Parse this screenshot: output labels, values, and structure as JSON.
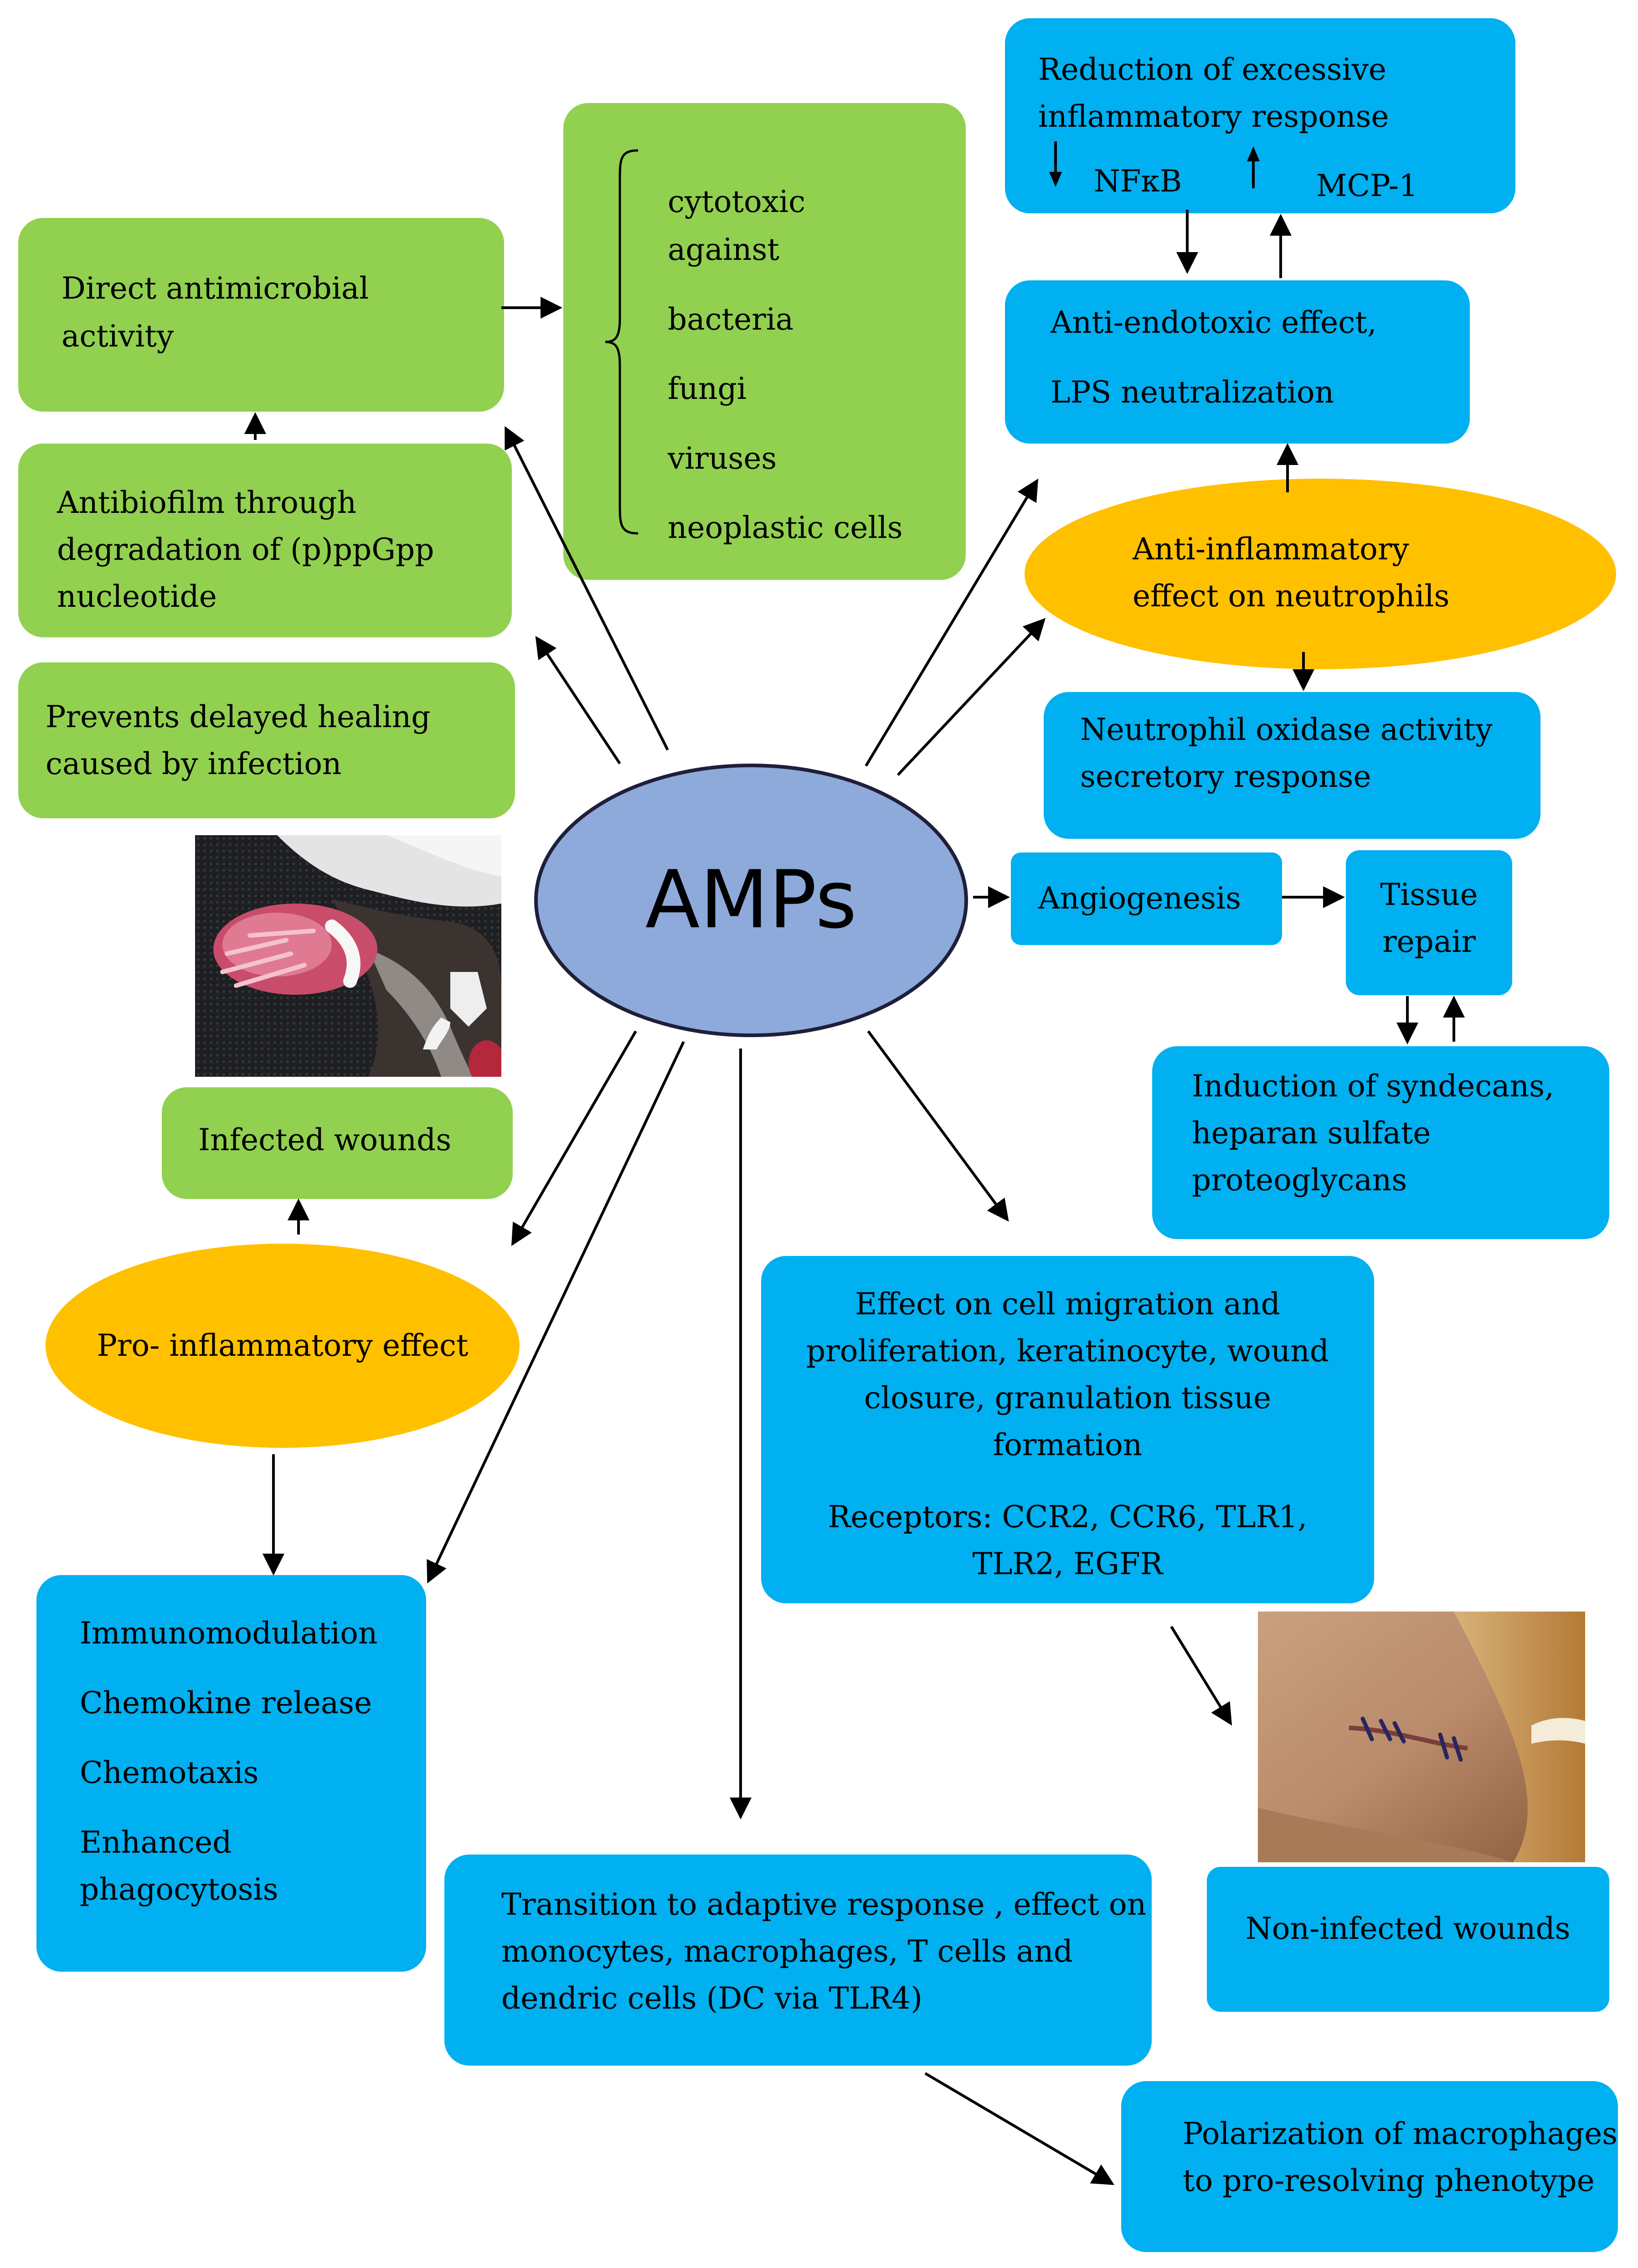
{
  "center": {
    "label": "AMPs"
  },
  "green_boxes": {
    "direct_antimicrobial": [
      "Direct antimicrobial",
      "activity"
    ],
    "cytotoxic": [
      "cytotoxic",
      "against",
      "bacteria",
      "fungi",
      "viruses",
      "neoplastic cells"
    ],
    "antibiofilm": [
      "Antibiofilm through",
      "degradation of (p)ppGpp",
      "nucleotide"
    ],
    "prevents_delayed": [
      "Prevents delayed healing",
      "caused by infection"
    ],
    "infected_wounds": "Infected wounds"
  },
  "orange_ovals": {
    "anti_inflammatory": [
      "Anti-inflammatory",
      "effect on neutrophils"
    ],
    "pro_inflammatory": "Pro- inflammatory effect"
  },
  "blue_boxes": {
    "reduction": {
      "lines": [
        "Reduction of excessive",
        "inflammatory response"
      ],
      "nfkb": "NFκB",
      "mcp1": "MCP-1"
    },
    "anti_endotoxic": [
      "Anti-endotoxic effect,",
      "LPS neutralization"
    ],
    "neutrophil_oxidase": [
      "Neutrophil oxidase activity",
      "secretory response"
    ],
    "angiogenesis": "Angiogenesis",
    "tissue_repair": [
      "Tissue",
      "repair"
    ],
    "syndecans": [
      "Induction of syndecans,",
      "heparan sulfate",
      "proteoglycans"
    ],
    "cell_migration": [
      "Effect on cell migration and",
      "proliferation, keratinocyte, wound",
      "closure, granulation tissue",
      "formation",
      "Receptors: CCR2, CCR6, TLR1,",
      "TLR2, EGFR"
    ],
    "immunomodulation": [
      "Immunomodulation",
      "Chemokine release",
      "Chemotaxis",
      "Enhanced",
      "phagocytosis"
    ],
    "transition": [
      "Transition to adaptive response , effect on",
      "monocytes, macrophages, T cells  and",
      "dendric cells (DC via TLR4)"
    ],
    "non_infected_wounds": "Non-infected wounds",
    "polarization": [
      "Polarization of macrophages",
      "to pro-resolving phenotype"
    ]
  },
  "colors": {
    "green": "#92d050",
    "blue": "#00b0f0",
    "orange": "#ffc000",
    "center_fill": "#8eaadb",
    "center_stroke": "#1f1f3a"
  },
  "icons": {
    "infected_photo": "infected-wound-photo",
    "non_infected_photo": "sutured-wound-photo"
  }
}
